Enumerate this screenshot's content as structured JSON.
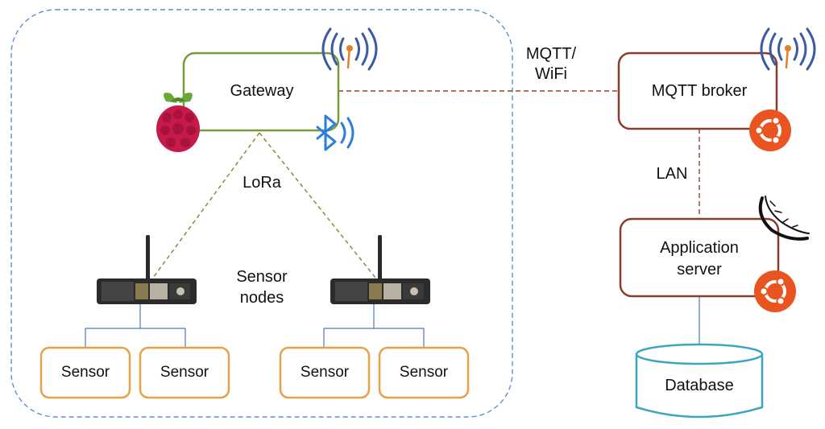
{
  "gateway": {
    "label": "Gateway"
  },
  "links": {
    "lora": "LoRa",
    "mqtt_wifi_line1": "MQTT/",
    "mqtt_wifi_line2": "WiFi",
    "lan": "LAN"
  },
  "sensor_nodes": {
    "label_line1": "Sensor",
    "label_line2": "nodes"
  },
  "sensors": [
    "Sensor",
    "Sensor",
    "Sensor",
    "Sensor"
  ],
  "broker": {
    "label": "MQTT broker"
  },
  "app_server": {
    "label_line1": "Application",
    "label_line2": "server"
  },
  "database": {
    "label": "Database"
  },
  "colors": {
    "cluster_border": "#5b8fd6",
    "gateway_border": "#7a9a3a",
    "server_border": "#8a3a2e",
    "sensor_border": "#e8a04a",
    "db_border": "#3aa6c0",
    "lora_link": "#8a8a3a",
    "mqtt_link": "#9a3a32",
    "wiring": "#4a7bbf",
    "ubuntu": "#e95420",
    "raspberry": "#c51a4a",
    "bluetooth": "#2a7de1",
    "wifi": "#3a5aa8"
  },
  "icons": [
    "raspberry-pi-icon",
    "bluetooth-icon",
    "wifi-antenna-icon",
    "ubuntu-icon",
    "flask-icon",
    "lora-board-icon"
  ]
}
